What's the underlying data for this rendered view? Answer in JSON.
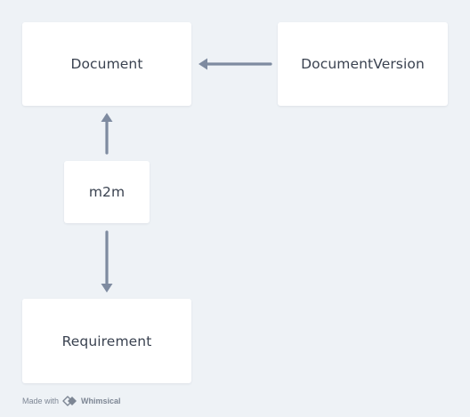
{
  "nodes": {
    "document": "Document",
    "document_version": "DocumentVersion",
    "m2m": "m2m",
    "requirement": "Requirement"
  },
  "watermark": {
    "prefix": "Made with",
    "brand": "Whimsical",
    "icon": "whimsical-logo-icon"
  },
  "colors": {
    "background": "#eef2f6",
    "node_fill": "#ffffff",
    "node_text": "#3a4250",
    "connector": "#7e8ba0"
  }
}
